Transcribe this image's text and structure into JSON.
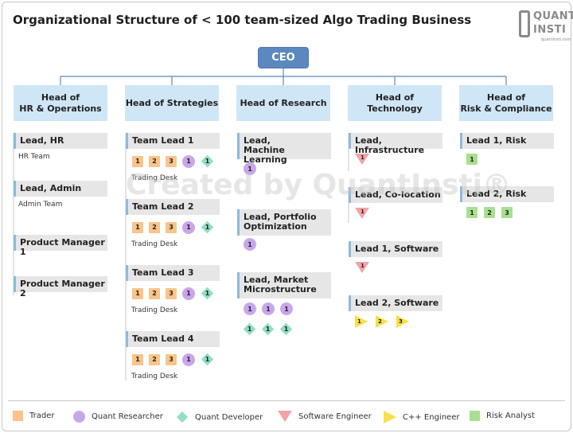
{
  "title": "Organizational Structure of < 100 team-sized Algo Trading Business",
  "logo": {
    "line1": "QUANT",
    "line2": "INSTI",
    "line3": "quantinsti.com"
  },
  "watermark": "Created by QuantInsti®",
  "ceo": "CEO",
  "heads": [
    "Head of\nHR & Operations",
    "Head of Strategies",
    "Head of Research",
    "Head of Technology",
    "Head of\nRisk & Compliance"
  ],
  "hr": {
    "lead_hr": "Lead, HR",
    "hr_team": "HR Team",
    "lead_admin": "Lead, Admin",
    "admin_team": "Admin Team",
    "pm1": "Product Manager 1",
    "pm2": "Product Manager 2"
  },
  "strategies": {
    "teams": [
      {
        "label": "Team Lead 1",
        "desk": "Trading Desk"
      },
      {
        "label": "Team Lead 2",
        "desk": "Trading Desk"
      },
      {
        "label": "Team Lead 3",
        "desk": "Trading Desk"
      },
      {
        "label": "Team Lead 4",
        "desk": "Trading Desk"
      }
    ],
    "trader_nums": [
      "1",
      "2",
      "3"
    ],
    "researcher_num": "1",
    "developer_num": "1"
  },
  "research": {
    "ml": "Lead,\nMachine Learning",
    "portfolio": "Lead, Portfolio\nOptimization",
    "micro": "Lead, Market\nMicrostructure",
    "ml_num": "1",
    "portfolio_num": "1",
    "micro_researchers": [
      "1",
      "1",
      "1"
    ],
    "micro_developers": [
      "1",
      "1",
      "1"
    ]
  },
  "technology": {
    "infra": "Lead, Infrastructure",
    "coloc": "Lead, Co-location",
    "sw1": "Lead 1, Software",
    "sw2": "Lead 2, Software",
    "infra_num": "1",
    "coloc_num": "1",
    "sw1_num": "1",
    "cpp_nums": [
      "1",
      "2",
      "3"
    ]
  },
  "risk": {
    "lead1": "Lead 1, Risk",
    "lead2": "Lead 2, Risk",
    "lead1_nums": [
      "1"
    ],
    "lead2_nums": [
      "1",
      "2",
      "3"
    ]
  },
  "legend": [
    "Trader",
    "Quant Researcher",
    "Quant Developer",
    "Software Engineer",
    "C++ Engineer",
    "Risk Analyst"
  ],
  "colors": {
    "trader": "#fbc48a",
    "quant_researcher": "#c9a6ec",
    "quant_developer": "#8fe0c0",
    "software_engineer": "#f4a3a8",
    "cpp_engineer": "#f7e04a",
    "risk_analyst": "#a8e08f",
    "head_box": "#cfe6f7",
    "ceo_box": "#5b88bf"
  }
}
